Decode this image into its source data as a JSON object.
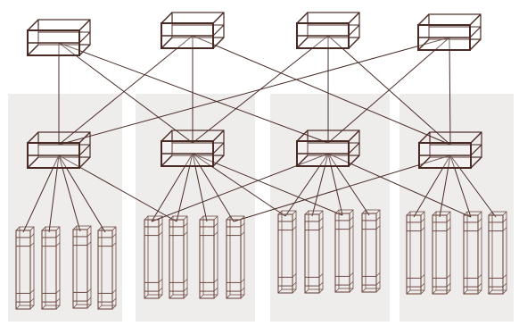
{
  "colors": {
    "background": "#ffffff",
    "pod_panel": "#efedec",
    "stroke": "#4a2a24",
    "rack_stroke": "#6e4a44",
    "link": "#4a2e2a"
  },
  "topology": {
    "core_switch_count": 4,
    "pod_count": 4,
    "aggregation_switches_per_pod": 1,
    "racks_per_pod": 4,
    "core_to_aggregation_links": [
      [
        0,
        0
      ],
      [
        0,
        1
      ],
      [
        0,
        2
      ],
      [
        1,
        0
      ],
      [
        1,
        1
      ],
      [
        1,
        3
      ],
      [
        2,
        1
      ],
      [
        2,
        2
      ],
      [
        2,
        3
      ],
      [
        3,
        0
      ],
      [
        3,
        2
      ],
      [
        3,
        3
      ]
    ],
    "aggregation_to_rack_links": [
      [
        0,
        0
      ],
      [
        0,
        1
      ],
      [
        0,
        2
      ],
      [
        0,
        3
      ],
      [
        0,
        5
      ],
      [
        1,
        4
      ],
      [
        1,
        5
      ],
      [
        1,
        6
      ],
      [
        1,
        7
      ],
      [
        1,
        8
      ],
      [
        1,
        10
      ],
      [
        2,
        4
      ],
      [
        2,
        8
      ],
      [
        2,
        9
      ],
      [
        2,
        10
      ],
      [
        2,
        11
      ],
      [
        2,
        14
      ],
      [
        3,
        7
      ],
      [
        3,
        12
      ],
      [
        3,
        13
      ],
      [
        3,
        14
      ],
      [
        3,
        15
      ]
    ]
  }
}
